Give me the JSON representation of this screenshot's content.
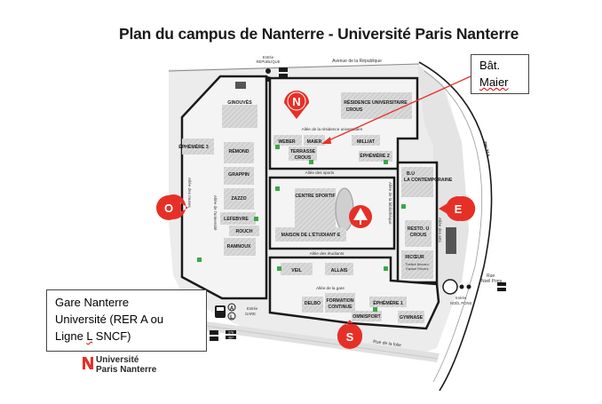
{
  "title": "Plan du campus de Nanterre - Université Paris Nanterre",
  "entrances": {
    "republique_entree": "Entrée",
    "republique_name": "RÉPUBLIQUE",
    "gare_entree": "Entrée",
    "gare_name": "GARE",
    "noel_pons_entree": "Entrée",
    "noel_pons_name": "NOËL PONS"
  },
  "streets": {
    "republique": "Avenue de la République",
    "noel_pons_1": "Rue",
    "noel_pons_2": "Noël Pons",
    "rue_de_la_folie": "Rue de la folie",
    "rn": "RN 314"
  },
  "alleys": {
    "residence": "Allée de la résidence universitaire",
    "sports": "Allée des sports",
    "etudiants": "Allée des étudiants",
    "gare": "Allée de la gare",
    "universite": "Allée de l'université",
    "bibliotheque": "Allée de la bibliothèque",
    "arts": "Allée des arts",
    "muses": "Allée des muses"
  },
  "markers": {
    "n": "N",
    "o": "O",
    "e": "E",
    "s": "S"
  },
  "buildings": {
    "ginouves": "GINOUVÈS",
    "ephemere3": "ÉPHÉMÈRE 3",
    "remond": "RÉMOND",
    "grappin": "GRAPPIN",
    "zazzo": "ZAZZO",
    "lefebvre": "LEFEBVRE",
    "rouch": "ROUCH",
    "ramnoux": "RAMNOUX",
    "residence_1": "RÉSIDENCE UNIVERSITAIRE",
    "residence_2": "CROUS",
    "weber": "WEBER",
    "maier": "MAIER",
    "milliat": "MILLIAT",
    "terrasse_1": "TERRASSE",
    "terrasse_2": "CROUS",
    "ephemere2": "ÉPHÉMÈRE 2",
    "bu_1": "B.U",
    "bu_2": "LA CONTEMPORAINE",
    "centre_sportif": "CENTRE SPORTIF",
    "maison_etudiant": "MAISON DE L'ÉTUDIANT·E",
    "resto_1": "RESTO. U",
    "resto_2": "CROUS",
    "ricoeur": "RICŒUR",
    "theatre_1": "Théâtre Bernard-",
    "theatre_2": "Espace Ricoeur",
    "veil": "VEIL",
    "allais": "ALLAIS",
    "delbo": "DELBO",
    "formation_1": "FORMATION",
    "formation_2": "CONTINUE",
    "ephemere1": "ÉPHÉMÈRE 1",
    "omnisport": "OMNISPORT",
    "gymnase": "GYMNASE"
  },
  "transport": {
    "rer_line": "A",
    "sncf_line": "L",
    "bus_1": "276",
    "bus_2": "367"
  },
  "callouts": {
    "maier_line1": "Bât.",
    "maier_line2": "Maier",
    "gare_line1": "Gare Nanterre",
    "gare_line2": "Université (RER A ou",
    "gare_line3_pre": "Ligne ",
    "gare_line3_l": "L",
    "gare_line3_post": " SNCF)"
  },
  "logo": {
    "line1": "Université",
    "line2": "Paris Nanterre"
  },
  "colors": {
    "brand_red": "#e63027",
    "building": "#d3d3d3",
    "outline": "#1a1a1a",
    "ground": "#e6e6e6",
    "green_access": "#3aa845"
  }
}
